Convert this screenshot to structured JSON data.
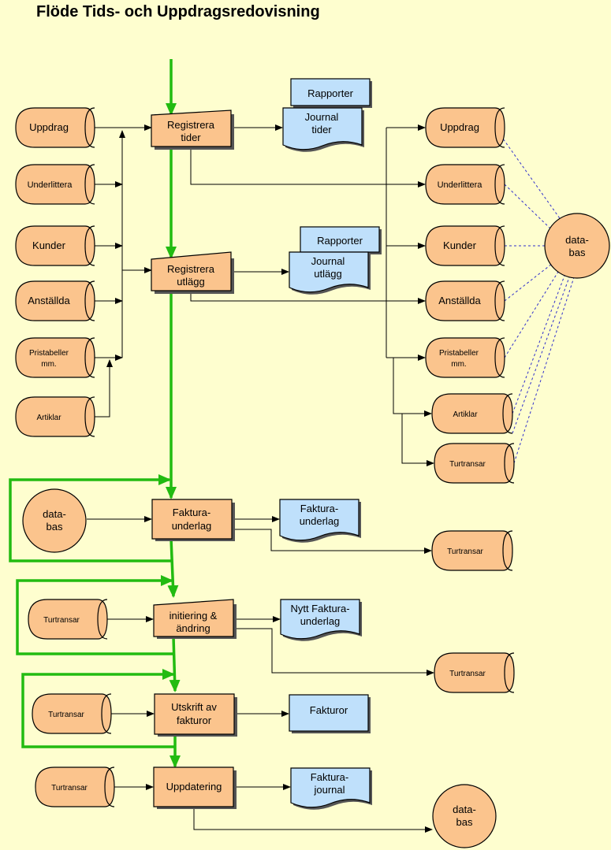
{
  "title": "Flöde Tids- och Uppdragsredovisning",
  "stores": {
    "uppdrag_in": "Uppdrag",
    "underlittera_in": "Underlittera",
    "kunder_in": "Kunder",
    "anstallda_in": "Anställda",
    "pristabeller_in_1": "Pristabeller",
    "pristabeller_in_2": "mm.",
    "artiklar_in": "Artiklar",
    "uppdrag_out": "Uppdrag",
    "underlittera_out": "Underlittera",
    "kunder_out": "Kunder",
    "anstallda_out": "Anställda",
    "pristabeller_out_1": "Pristabeller",
    "pristabeller_out_2": "mm.",
    "artiklar_out": "Artiklar",
    "turtransar_out_1": "Turtransar",
    "turtransar_out_2": "Turtransar",
    "turtransar_out_3": "Turtransar",
    "turtransar_in_1": "Turtransar",
    "turtransar_in_2": "Turtransar",
    "turtransar_in_3": "Turtransar"
  },
  "processes": {
    "reg_tider_1": "Registrera",
    "reg_tider_2": "tider",
    "reg_utlagg_1": "Registrera",
    "reg_utlagg_2": "utlägg",
    "faktura_underlag_1": "Faktura-",
    "faktura_underlag_2": "underlag",
    "initiering_1": "initiering &",
    "initiering_2": "ändring",
    "utskrift_1": "Utskrift av",
    "utskrift_2": "fakturor",
    "uppdatering": "Uppdatering"
  },
  "documents": {
    "rapporter_1": "Rapporter",
    "journal_tider_1": "Journal",
    "journal_tider_2": "tider",
    "rapporter_2": "Rapporter",
    "journal_utlagg_1": "Journal",
    "journal_utlagg_2": "utlägg",
    "faktura_underlag_1": "Faktura-",
    "faktura_underlag_2": "underlag",
    "nytt_faktura_1": "Nytt Faktura-",
    "nytt_faktura_2": "underlag",
    "fakturor": "Fakturor",
    "faktura_journal_1": "Faktura-",
    "faktura_journal_2": "journal"
  },
  "databases": {
    "main_1": "data-",
    "main_2": "bas",
    "left_1": "data-",
    "left_2": "bas",
    "bottom_1": "data-",
    "bottom_2": "bas"
  },
  "colors": {
    "background": "#fefecf",
    "store_fill": "#fbc48d",
    "document_fill": "#bfe0fb",
    "flow_green": "#22bb11",
    "dashed_blue": "#3030cc"
  }
}
